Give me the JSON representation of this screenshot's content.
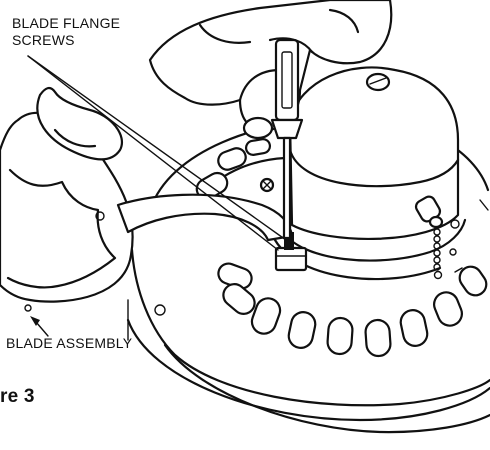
{
  "labels": {
    "blade_flange_line1": "BLADE FLANGE",
    "blade_flange_line2": "SCREWS",
    "blade_assembly": "BLADE ASSEMBLY",
    "figure_caption": "re 3"
  },
  "icons": [
    "hand-icon",
    "screwdriver-icon",
    "fan-motor-icon",
    "blade-assembly-icon",
    "screw-icon",
    "pull-chain-icon"
  ]
}
